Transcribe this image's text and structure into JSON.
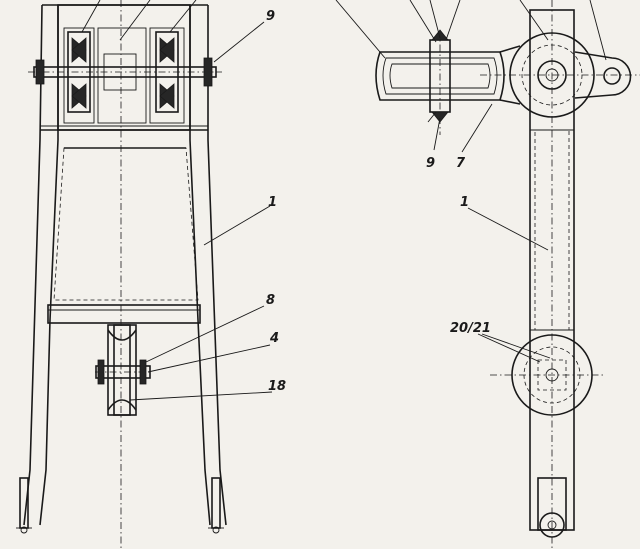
{
  "labels": {
    "front_9": "9",
    "front_1": "1",
    "front_8": "8",
    "front_4": "4",
    "front_18": "18",
    "side_9": "9",
    "side_7": "7",
    "side_1": "1",
    "side_20_21": "20/21"
  }
}
